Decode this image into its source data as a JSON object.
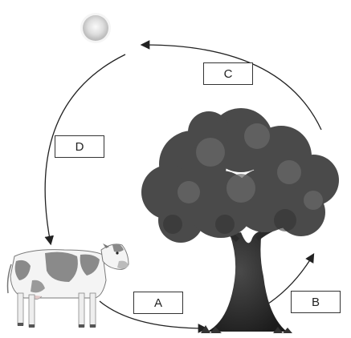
{
  "labels": {
    "a": "A",
    "b": "B",
    "c": "C",
    "d": "D"
  },
  "icons": {
    "sun": "sun-icon",
    "cow": "cow-icon",
    "tree": "tree-icon"
  },
  "colors": {
    "arrow": "#222222",
    "sun": "#d9d9d9",
    "foliage": "#555555",
    "trunk": "#2e2e2e",
    "cow_patch": "#8a8a8a"
  }
}
